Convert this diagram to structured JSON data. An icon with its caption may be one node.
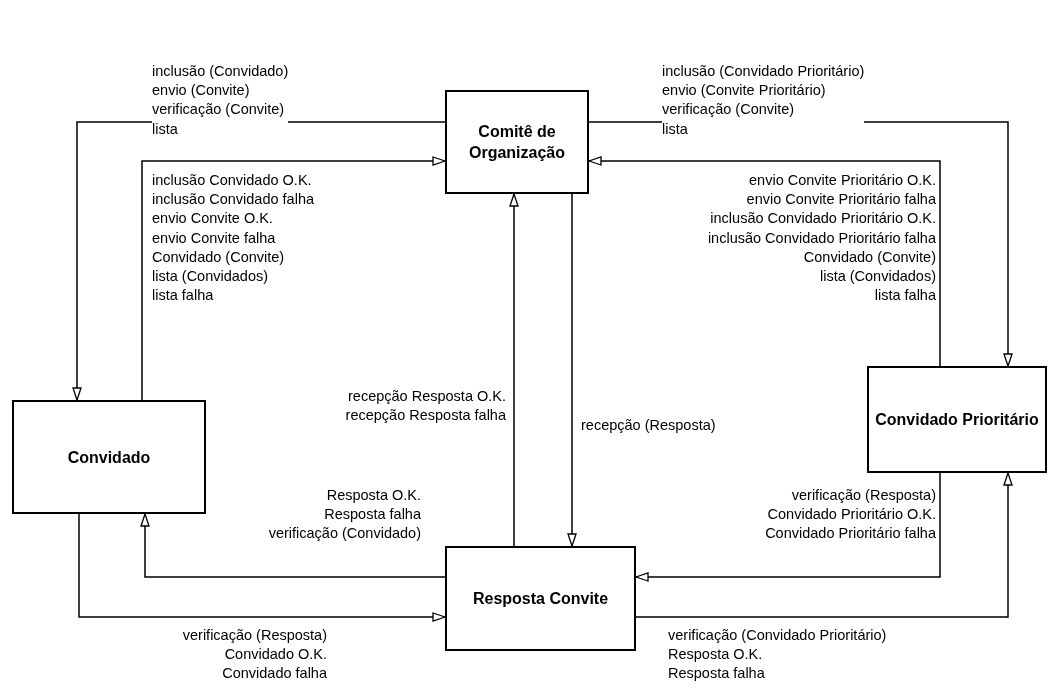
{
  "diagram": {
    "nodes": [
      {
        "text": [
          "Comitê de Organização"
        ]
      },
      {
        "text": [
          "Convidado"
        ]
      },
      {
        "text": [
          "Convidado Prioritário"
        ]
      },
      {
        "text": [
          "Resposta Convite"
        ]
      }
    ],
    "edges": [
      {
        "from": 0,
        "to": 1,
        "arrow": "to",
        "label": "inclusão (Convidado)\nenvio (Convite)\nverificação (Convite)\nlista"
      },
      {
        "from": 1,
        "to": 0,
        "arrow": "to",
        "label": "inclusão Convidado O.K.\ninclusão Convidado falha\nenvio Convite O.K.\nenvio Convite falha\nConvidado (Convite)\nlista (Convidados)\nlista falha"
      },
      {
        "from": 0,
        "to": 2,
        "arrow": "to",
        "label": "inclusão (Convidado Prioritário)\nenvio (Convite Prioritário)\nverificação (Convite)\nlista"
      },
      {
        "from": 2,
        "to": 0,
        "arrow": "to",
        "label": "envio Convite Prioritário O.K.\nenvio Convite Prioritário falha\ninclusão Convidado Prioritário O.K.\ninclusão Convidado Prioritário falha\nConvidado (Convite)\nlista (Convidados)\nlista falha"
      },
      {
        "from": 0,
        "to": 3,
        "arrow": "to",
        "label": "recepção (Resposta)"
      },
      {
        "from": 3,
        "to": 0,
        "arrow": "to",
        "label": "recepção Resposta O.K.\nrecepção Resposta falha"
      },
      {
        "from": 3,
        "to": 1,
        "arrow": "to",
        "label": "Resposta O.K.\nResposta falha\nverificação (Convidado)"
      },
      {
        "from": 1,
        "to": 3,
        "arrow": "to",
        "label": "verificação (Resposta)\nConvidado O.K.\nConvidado falha"
      },
      {
        "from": 2,
        "to": 3,
        "arrow": "to",
        "label": "verificação (Resposta)\nConvidado Prioritário O.K.\nConvidado Prioritário falha"
      },
      {
        "from": 3,
        "to": 2,
        "arrow": "to",
        "label": "verificação (Convidado Prioritário)\nResposta O.K.\nResposta falha"
      }
    ]
  }
}
